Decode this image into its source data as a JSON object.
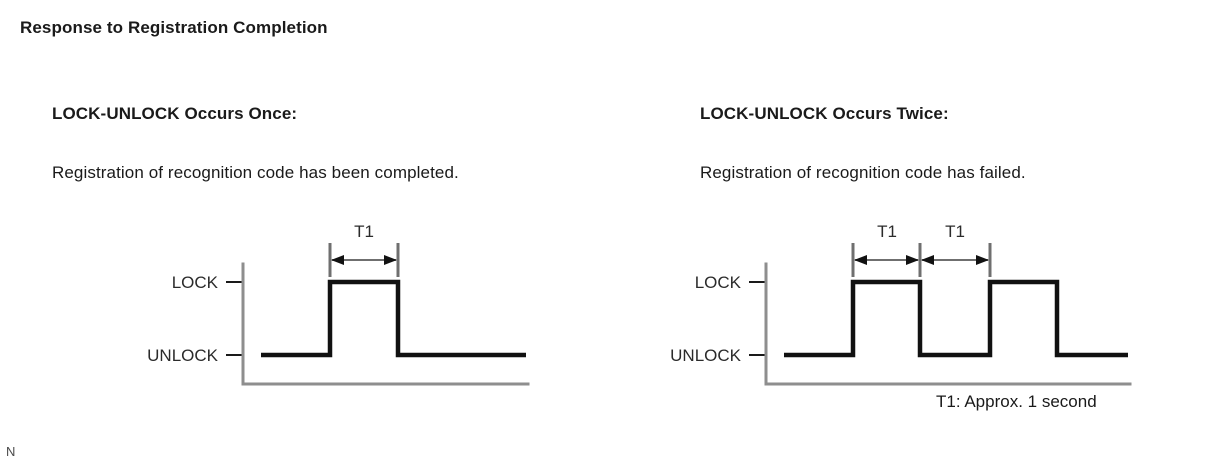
{
  "page": {
    "title": "Response to Registration Completion",
    "corner_mark": "N",
    "footnote": "T1: Approx. 1 second"
  },
  "columns": [
    {
      "id": "once",
      "heading": "LOCK-UNLOCK Occurs Once:",
      "description": "Registration of recognition code has been completed."
    },
    {
      "id": "twice",
      "heading": "LOCK-UNLOCK Occurs Twice:",
      "description": "Registration of recognition code has failed."
    }
  ],
  "chart_data": [
    {
      "type": "line",
      "id": "timing-diagram-once",
      "title": "LOCK-UNLOCK Occurs Once",
      "xlabel": "",
      "ylabel": "",
      "grid": false,
      "legend": "none",
      "y_levels": [
        {
          "label": "UNLOCK",
          "value": 0
        },
        {
          "label": "LOCK",
          "value": 1
        }
      ],
      "ytick_labels": [
        "UNLOCK",
        "LOCK"
      ],
      "series": [
        {
          "name": "door-lock-signal",
          "step": "post",
          "x": [
            0,
            1,
            2,
            3
          ],
          "values": [
            0,
            1,
            0,
            0
          ]
        }
      ],
      "annotations": [
        {
          "label": "T1",
          "from_x": 1,
          "to_x": 2,
          "style": "double-arrow-dimension"
        }
      ]
    },
    {
      "type": "line",
      "id": "timing-diagram-twice",
      "title": "LOCK-UNLOCK Occurs Twice",
      "xlabel": "",
      "ylabel": "",
      "grid": false,
      "legend": "none",
      "y_levels": [
        {
          "label": "UNLOCK",
          "value": 0
        },
        {
          "label": "LOCK",
          "value": 1
        }
      ],
      "ytick_labels": [
        "UNLOCK",
        "LOCK"
      ],
      "series": [
        {
          "name": "door-lock-signal",
          "step": "post",
          "x": [
            0,
            1,
            2,
            3,
            4,
            5
          ],
          "values": [
            0,
            1,
            0,
            1,
            0,
            0
          ]
        }
      ],
      "annotations": [
        {
          "label": "T1",
          "from_x": 1,
          "to_x": 2,
          "style": "double-arrow-dimension"
        },
        {
          "label": "T1",
          "from_x": 2,
          "to_x": 3,
          "style": "double-arrow-dimension"
        }
      ]
    }
  ],
  "diagram_left": {
    "lock_label": "LOCK",
    "unlock_label": "UNLOCK",
    "t1_label": "T1"
  },
  "diagram_right": {
    "lock_label": "LOCK",
    "unlock_label": "UNLOCK",
    "t1_label_a": "T1",
    "t1_label_b": "T1"
  },
  "colors": {
    "text": "#1a1a1a",
    "axis": "#8e8e8e",
    "signal": "#111111",
    "dimension": "#6f6f6f",
    "background": "#ffffff"
  }
}
